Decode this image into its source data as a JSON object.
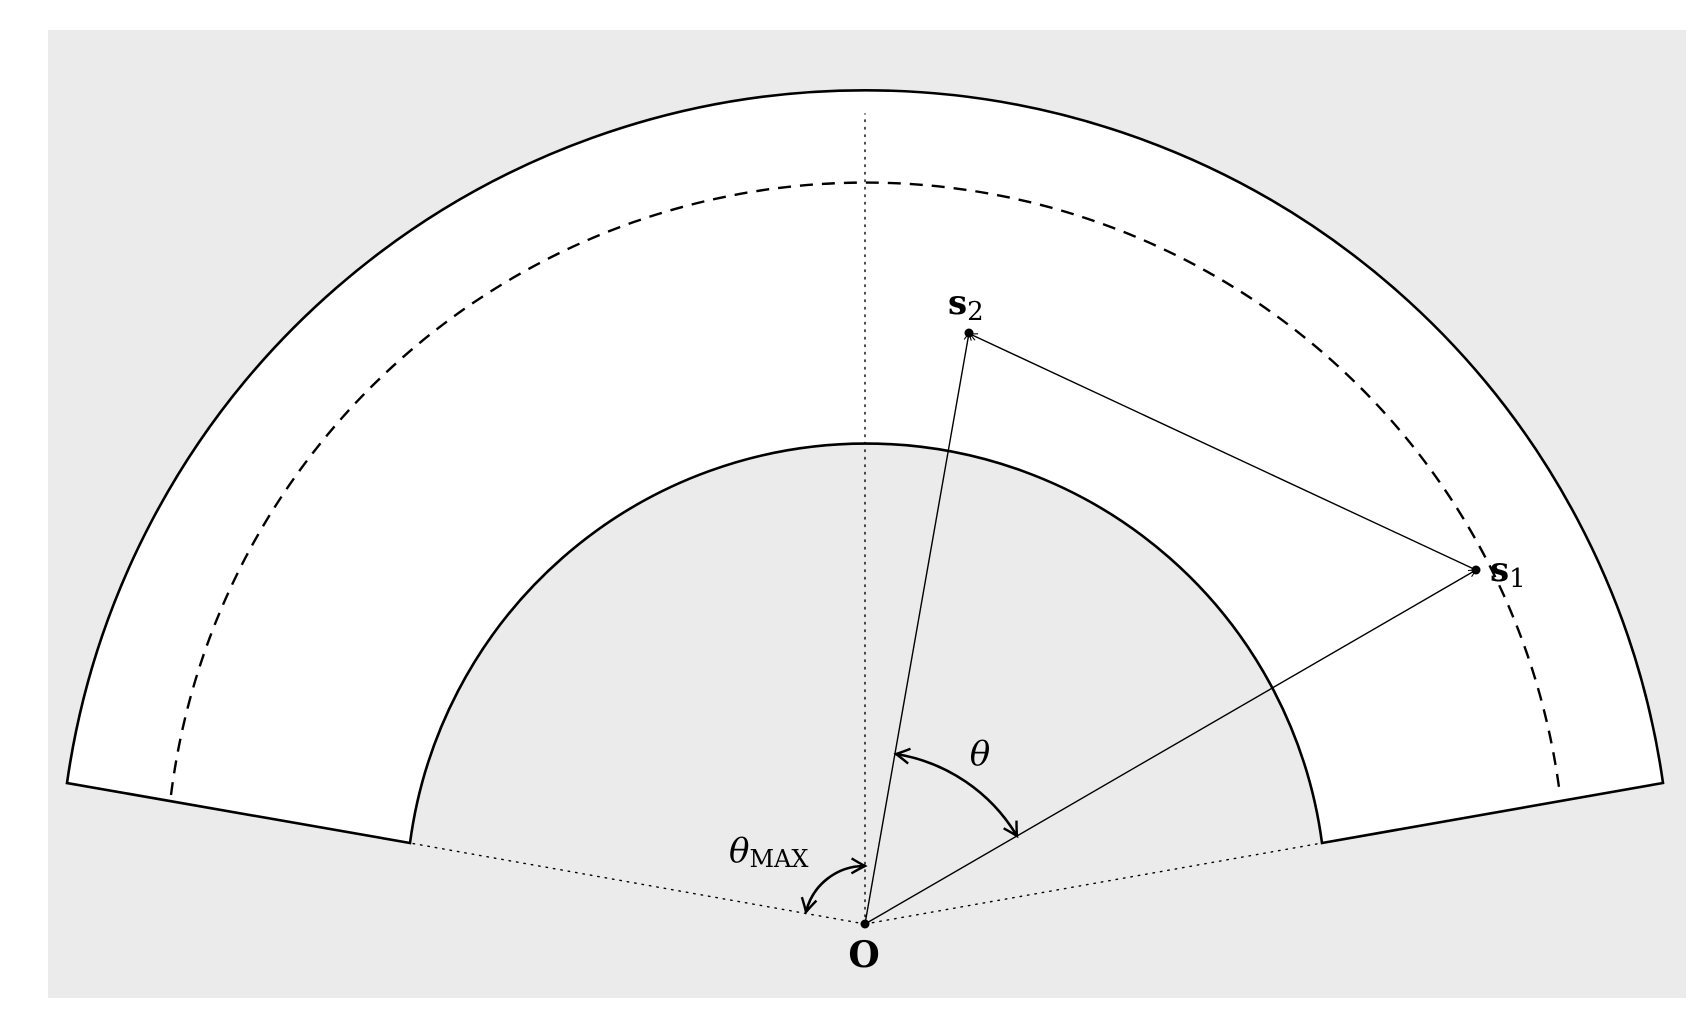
{
  "diagram": {
    "origin_label": "O",
    "points": [
      {
        "id": "s1",
        "base": "s",
        "sub": "1"
      },
      {
        "id": "s2",
        "base": "s",
        "sub": "2"
      }
    ],
    "angle_labels": {
      "theta": "θ",
      "theta_max_base": "θ",
      "theta_max_sub": "MAX"
    },
    "colors": {
      "background": "#ebebeb",
      "annulus_fill": "#ffffff",
      "stroke": "#000000"
    }
  }
}
